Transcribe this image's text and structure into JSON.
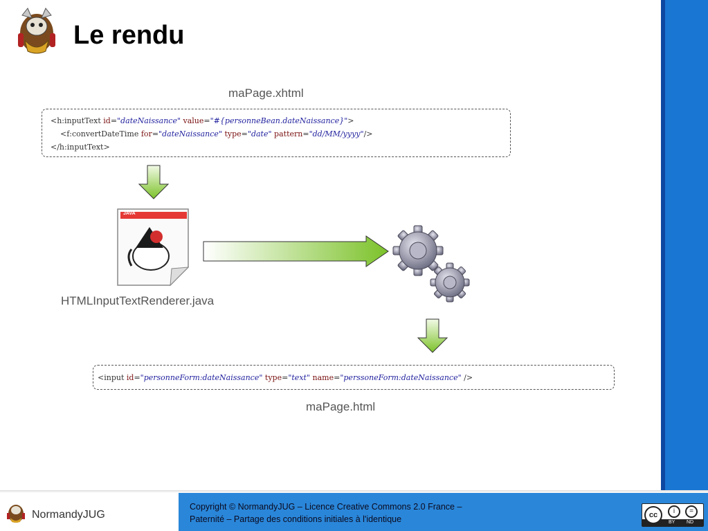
{
  "slide": {
    "title": "Le rendu",
    "top_caption": "maPage.xhtml",
    "renderer_caption": "HTMLInputTextRenderer.java",
    "bottom_caption": "maPage.html",
    "java_badge": "JAVA"
  },
  "code_top": {
    "line1": {
      "t1": "<h:inputText ",
      "a1": "id",
      "v1": "\"dateNaissance\"",
      "a2": " value",
      "v2": "\"#{personneBean.dateNaissance}\"",
      "t2": ">"
    },
    "line2": {
      "t1": "    <f:convertDateTime ",
      "a1": "for",
      "v1": "\"dateNaissance\"",
      "a2": " type",
      "v2": "\"date\"",
      "a3": " pattern",
      "v3": "\"dd/MM/yyyy\"",
      "t2": "/>"
    },
    "line3": "</h:inputText>"
  },
  "code_bottom": {
    "t1": "<input ",
    "a1": "id",
    "v1": "\"personneForm:dateNaissance\"",
    "a2": " type",
    "v2": "\"text\"",
    "a3": " name",
    "v3": "\"perssoneForm:dateNaissance\"",
    "t2": " />"
  },
  "footer": {
    "brand": "NormandyJUG",
    "copyright_line1": "Copyright © NormandyJUG – Licence Creative Commons 2.0 France –",
    "copyright_line2": "Paternité – Partage des conditions initiales à l'identique",
    "cc_by": "BY",
    "cc_nd": "ND"
  },
  "colors": {
    "accent_blue": "#1976d2",
    "arrow_green_dark": "#7cc22a",
    "arrow_green_light": "#f2fae6"
  }
}
